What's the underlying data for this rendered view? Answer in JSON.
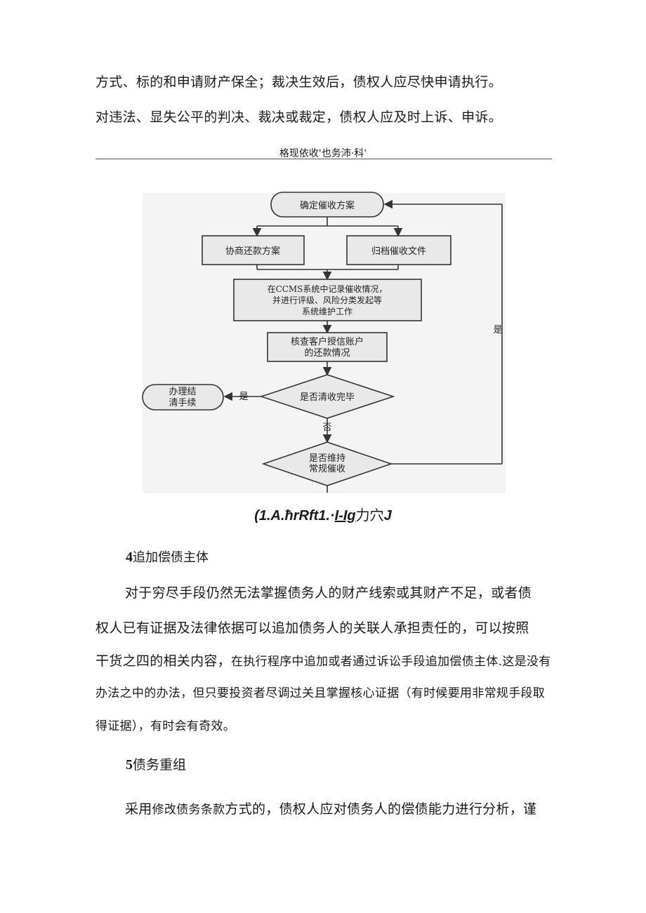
{
  "top_paragraph": {
    "line1": "方式、标的和申请财产保全；裁决生效后，债权人应尽快申请执行。",
    "line2": "对违法、显失公平的判决、裁决或裁定，债权人应及时上诉、申诉。"
  },
  "figure": {
    "title": "格现依收'也务沛·科'",
    "nodes": {
      "start": "确定催收方案",
      "left": "协商还款方案",
      "right": "归档催收文件",
      "ccms_line1": "在CCMS系统中记录催收情况，",
      "ccms_line2": "并进行评级、风险分类发起等",
      "ccms_line3": "系统维护工作",
      "check_line1": "核查客户授信账户",
      "check_line2": "的还款情况",
      "decision1": "是否清收完毕",
      "end_line1": "办理结",
      "end_line2": "清手续",
      "decision2_line1": "是否维持",
      "decision2_line2": "常规催收"
    },
    "labels": {
      "yes": "是",
      "no": "否",
      "loop": "是"
    }
  },
  "caption": {
    "part1": "(1.A.ħrRft1.·",
    "part2": "I-Ig",
    "part3": "力穴",
    "part4": "J"
  },
  "section4": {
    "number": "4",
    "title": "追加偿债主体",
    "line1": "对于穷尽手段仍然无法掌握债务人的财产线索或其财产不足，或者债",
    "line2": "权人已有证据及法律依据可以追加债务人的关联人承担责任的，可以按照",
    "line3a": "干货之四的相关内容，",
    "line3b": "在执行程序中追加或者通过诉讼手段追加偿债主体.这是没有",
    "line4": "办法之中的办法，但只要投资者尽调过关且掌握核心证据（有时候要用非常规手段取",
    "line5": "得证据），有时会有奇效。"
  },
  "section5": {
    "number": "5",
    "title": "债务重组",
    "line1a": "采用",
    "line1b": "修改债务条款",
    "line1c": "方式的，债权人应对债务人的偿债能力进行分析，谨"
  }
}
